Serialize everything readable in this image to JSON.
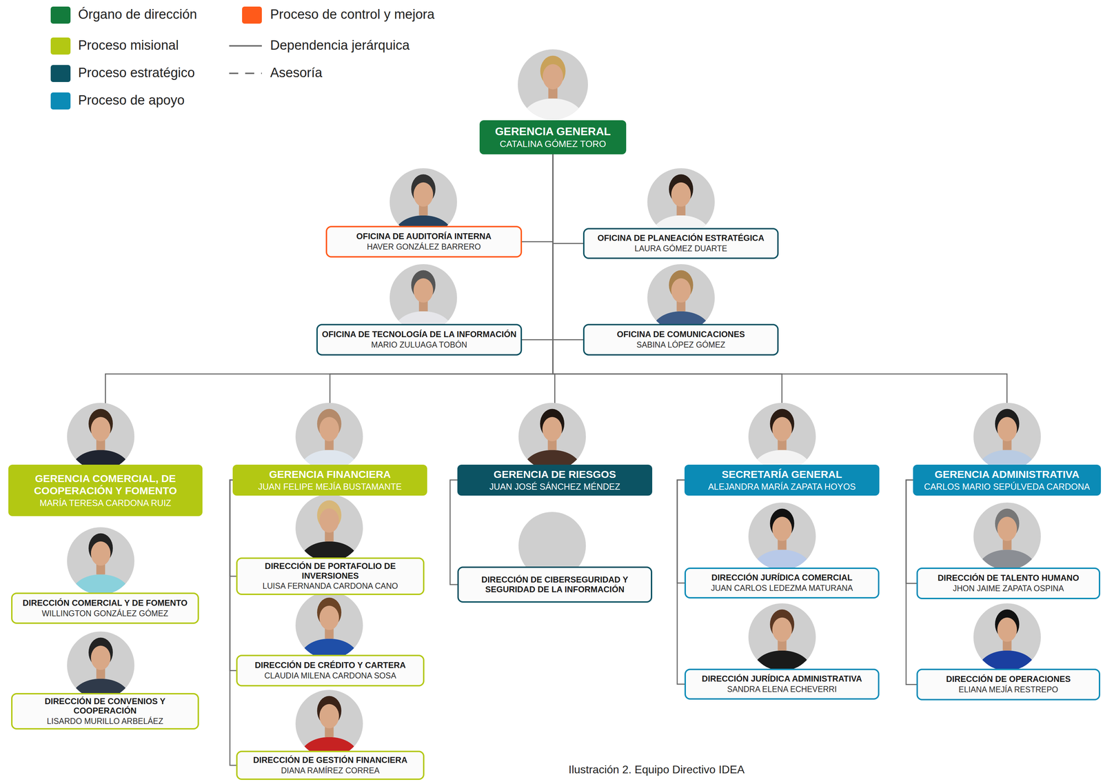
{
  "diagram": {
    "caption": "Ilustración 2. Equipo Directivo IDEA",
    "nodes": [
      {
        "text": [
          "GERENCIA GENERAL",
          "CATALINA GÓMEZ TORO"
        ]
      },
      {
        "text": [
          "OFICINA DE AUDITORÍA INTERNA",
          "HAVER GONZÁLEZ BARRERO"
        ]
      },
      {
        "text": [
          "OFICINA DE PLANEACIÓN ESTRATÉGICA",
          "LAURA GÓMEZ DUARTE"
        ]
      },
      {
        "text": [
          "OFICINA DE TECNOLOGÍA DE LA INFORMACIÓN",
          "MARIO ZULUAGA TOBÓN"
        ]
      },
      {
        "text": [
          "OFICINA DE COMUNICACIONES",
          "SABINA LÓPEZ GÓMEZ"
        ]
      },
      {
        "text": [
          "GERENCIA COMERCIAL, DE COOPERACIÓN Y FOMENTO",
          "MARÍA TERESA CARDONA RUIZ"
        ]
      },
      {
        "text": [
          "GERENCIA FINANCIERA",
          "JUAN FELIPE MEJÍA BUSTAMANTE"
        ]
      },
      {
        "text": [
          "GERENCIA DE RIESGOS",
          "JUAN JOSÉ SÁNCHEZ MÉNDEZ"
        ]
      },
      {
        "text": [
          "SECRETARÍA GENERAL",
          "ALEJANDRA MARÍA ZAPATA HOYOS"
        ]
      },
      {
        "text": [
          "GERENCIA ADMINISTRATIVA",
          "CARLOS MARIO SEPÚLVEDA CARDONA"
        ]
      },
      {
        "text": [
          "DIRECCIÓN COMERCIAL Y DE FOMENTO",
          "WILLINGTON GONZÁLEZ GÓMEZ"
        ]
      },
      {
        "text": [
          "DIRECCIÓN DE CONVENIOS Y COOPERACIÓN",
          "LISARDO MURILLO ARBELÁEZ"
        ]
      },
      {
        "text": [
          "DIRECCIÓN DE PORTAFOLIO DE INVERSIONES",
          "LUISA FERNANDA CARDONA CANO"
        ]
      },
      {
        "text": [
          "DIRECCIÓN DE CRÉDITO Y CARTERA",
          "CLAUDIA MILENA CARDONA SOSA"
        ]
      },
      {
        "text": [
          "DIRECCIÓN DE GESTIÓN FINANCIERA",
          "DIANA RAMÍREZ CORREA"
        ]
      },
      {
        "text": [
          "DIRECCIÓN DE CIBERSEGURIDAD Y SEGURIDAD DE LA INFORMACIÓN"
        ]
      },
      {
        "text": [
          "DIRECCIÓN JURÍDICA COMERCIAL",
          "JUAN CARLOS LEDEZMA MATURANA"
        ]
      },
      {
        "text": [
          "DIRECCIÓN JURÍDICA ADMINISTRATIVA",
          "SANDRA ELENA ECHEVERRI"
        ]
      },
      {
        "text": [
          "DIRECCIÓN DE TALENTO HUMANO",
          "JHON JAIME ZAPATA OSPINA"
        ]
      },
      {
        "text": [
          "DIRECCIÓN DE OPERACIONES",
          "ELIANA MEJÍA RESTREPO"
        ]
      }
    ],
    "edges": [
      {
        "from": 0,
        "to": 1,
        "arrow": "none"
      },
      {
        "from": 0,
        "to": 2,
        "arrow": "none"
      },
      {
        "from": 0,
        "to": 3,
        "arrow": "none"
      },
      {
        "from": 0,
        "to": 4,
        "arrow": "none"
      },
      {
        "from": 0,
        "to": 5,
        "arrow": "none"
      },
      {
        "from": 0,
        "to": 6,
        "arrow": "none"
      },
      {
        "from": 0,
        "to": 7,
        "arrow": "none"
      },
      {
        "from": 0,
        "to": 8,
        "arrow": "none"
      },
      {
        "from": 0,
        "to": 9,
        "arrow": "none"
      },
      {
        "from": 6,
        "to": 12,
        "arrow": "none"
      },
      {
        "from": 6,
        "to": 13,
        "arrow": "none"
      },
      {
        "from": 6,
        "to": 14,
        "arrow": "none"
      },
      {
        "from": 7,
        "to": 15,
        "arrow": "none"
      },
      {
        "from": 8,
        "to": 16,
        "arrow": "none"
      },
      {
        "from": 8,
        "to": 17,
        "arrow": "none"
      },
      {
        "from": 9,
        "to": 18,
        "arrow": "none"
      },
      {
        "from": 9,
        "to": 19,
        "arrow": "none"
      }
    ],
    "legend": [
      {
        "text": "Órgano de dirección",
        "color": "#137b3c"
      },
      {
        "text": "Proceso de control y mejora",
        "color": "#ff5a1a"
      },
      {
        "text": "Proceso misional",
        "color": "#b3c813"
      },
      {
        "text": "Dependencia jerárquica"
      },
      {
        "text": "Proceso estratégico",
        "color": "#0c5363"
      },
      {
        "text": "Asesoría"
      },
      {
        "text": "Proceso de apoyo",
        "color": "#0b8bb6"
      }
    ]
  }
}
